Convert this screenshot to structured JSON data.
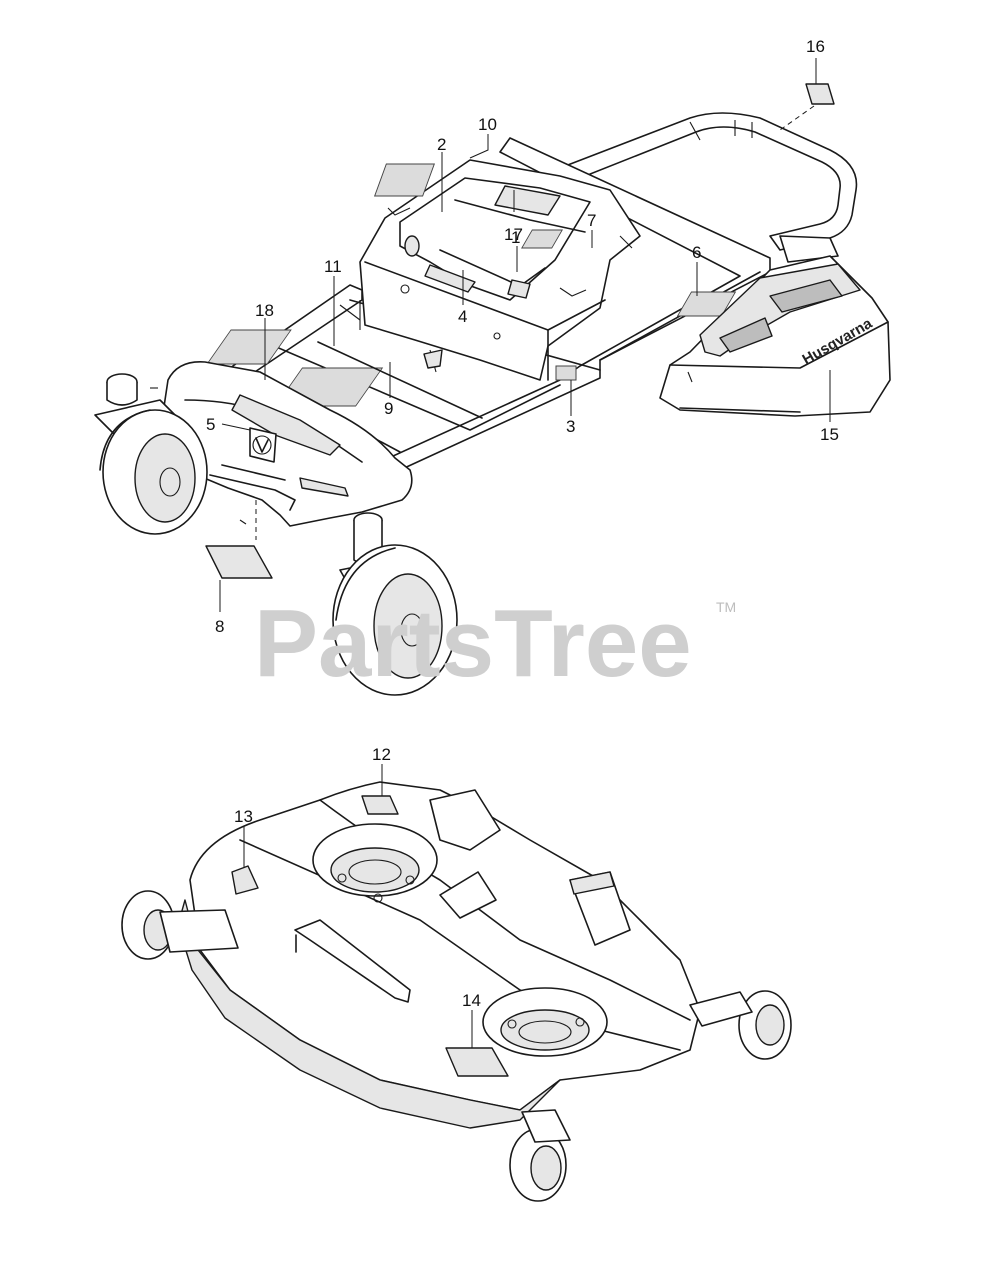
{
  "watermark": {
    "text": "PartsTree",
    "trademark": "TM"
  },
  "brand_text": "Husqvarna",
  "callouts": [
    {
      "id": "c1",
      "text": "1"
    },
    {
      "id": "c2",
      "text": "2"
    },
    {
      "id": "c3",
      "text": "3"
    },
    {
      "id": "c4",
      "text": "4"
    },
    {
      "id": "c5",
      "text": "5"
    },
    {
      "id": "c6",
      "text": "6"
    },
    {
      "id": "c7",
      "text": "7"
    },
    {
      "id": "c8",
      "text": "8"
    },
    {
      "id": "c9",
      "text": "9"
    },
    {
      "id": "c10",
      "text": "10"
    },
    {
      "id": "c11",
      "text": "11"
    },
    {
      "id": "c12",
      "text": "12"
    },
    {
      "id": "c13",
      "text": "13"
    },
    {
      "id": "c14",
      "text": "14"
    },
    {
      "id": "c15",
      "text": "15"
    },
    {
      "id": "c16",
      "text": "16"
    },
    {
      "id": "c17",
      "text": "17"
    },
    {
      "id": "c18",
      "text": "18"
    }
  ]
}
